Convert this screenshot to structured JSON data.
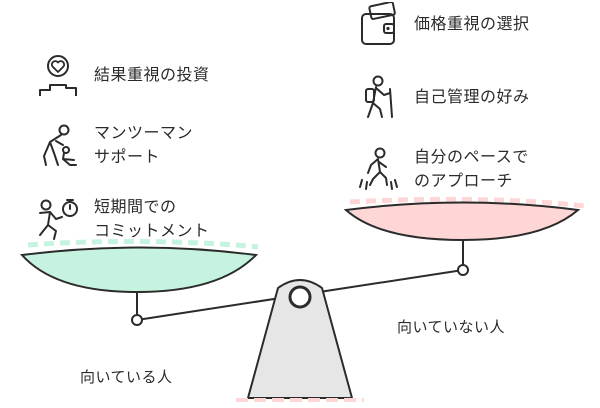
{
  "left_side": {
    "caption": "向いている人",
    "items": [
      {
        "icon": "heart-podium-icon",
        "lines": [
          "結果重視の投資"
        ]
      },
      {
        "icon": "personal-trainer-icon",
        "lines": [
          "マンツーマン",
          "サポート"
        ]
      },
      {
        "icon": "running-stopwatch-icon",
        "lines": [
          "短期間での",
          "コミットメント"
        ]
      }
    ]
  },
  "right_side": {
    "caption": "向いていない人",
    "items": [
      {
        "icon": "wallet-icon",
        "lines": [
          "価格重視の選択"
        ]
      },
      {
        "icon": "hiker-icon",
        "lines": [
          "自己管理の好み"
        ]
      },
      {
        "icon": "walking-person-icon",
        "lines": [
          "自分のペースで",
          "のアプローチ"
        ]
      }
    ]
  },
  "colors": {
    "left_pan": "#c6f3df",
    "right_pan": "#ffd6d6",
    "fulcrum": "#e6e6e6",
    "stroke": "#2b2b2b"
  }
}
